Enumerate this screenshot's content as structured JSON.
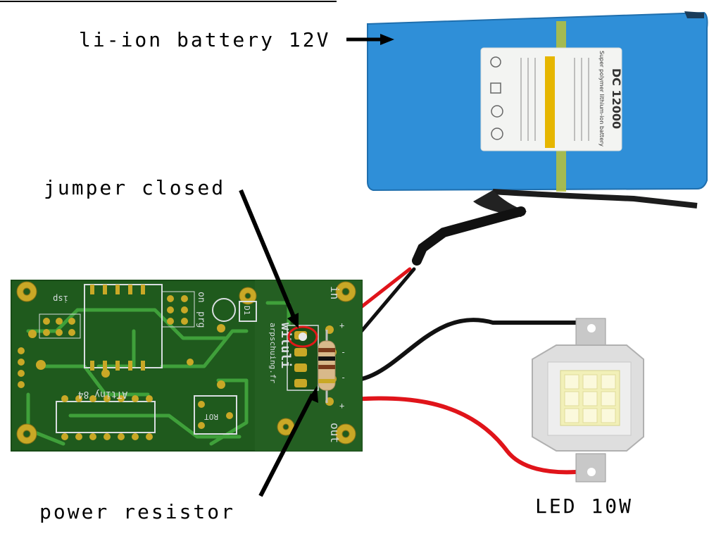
{
  "labels": {
    "battery": "li-ion battery 12V",
    "jumper": "jumper closed",
    "resistor": "power resistor",
    "led": "LED 10W"
  },
  "battery_sticker": {
    "title": "DC 12000",
    "subtitle": "Super polymer lithium-ion battery"
  },
  "pcb": {
    "silk_in": "in",
    "silk_out": "out",
    "silk_brand": "wiluli",
    "silk_url": "arpschuing.fr",
    "silk_chip": "ATtiny 84",
    "silk_rot": "ROT",
    "silk_isp": "isp",
    "silk_on": "on",
    "silk_prg": "prg",
    "silk_d1": "D1",
    "silk_plus_in": "+",
    "silk_minus_in": "-",
    "silk_plus_out": "+",
    "silk_minus_out": "-"
  },
  "colors": {
    "battery_blue": "#2f8fd8",
    "pcb_green": "#1f5a1d",
    "trace_green": "#3fa03a",
    "wire_red": "#e0141a",
    "wire_black": "#111111",
    "jumper_circle": "#e01818"
  }
}
